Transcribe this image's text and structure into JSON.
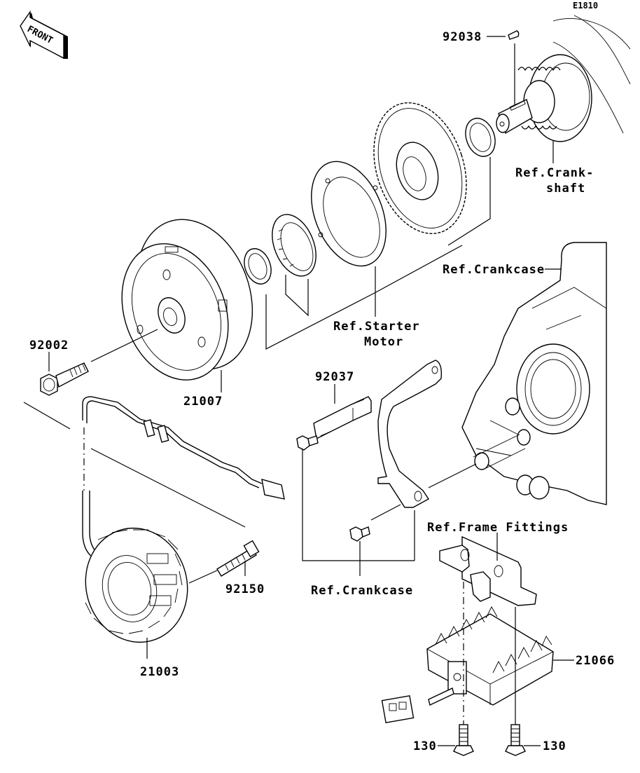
{
  "diagram": {
    "code": "E1810",
    "front_marker": "FRONT",
    "colors": {
      "line": "#000000",
      "background": "#ffffff"
    },
    "labels": {
      "p92038": "92038",
      "ref_crankshaft_1": "Ref.Crank-",
      "ref_crankshaft_2": "shaft",
      "ref_crankcase_top": "Ref.Crankcase",
      "ref_starter_1": "Ref.Starter",
      "ref_starter_2": "Motor",
      "p92002": "92002",
      "p21007": "21007",
      "p92037": "92037",
      "ref_frame_fittings": "Ref.Frame Fittings",
      "p92150": "92150",
      "ref_crankcase_bottom": "Ref.Crankcase",
      "p21003": "21003",
      "p21066": "21066",
      "p130_left": "130",
      "p130_right": "130"
    }
  }
}
